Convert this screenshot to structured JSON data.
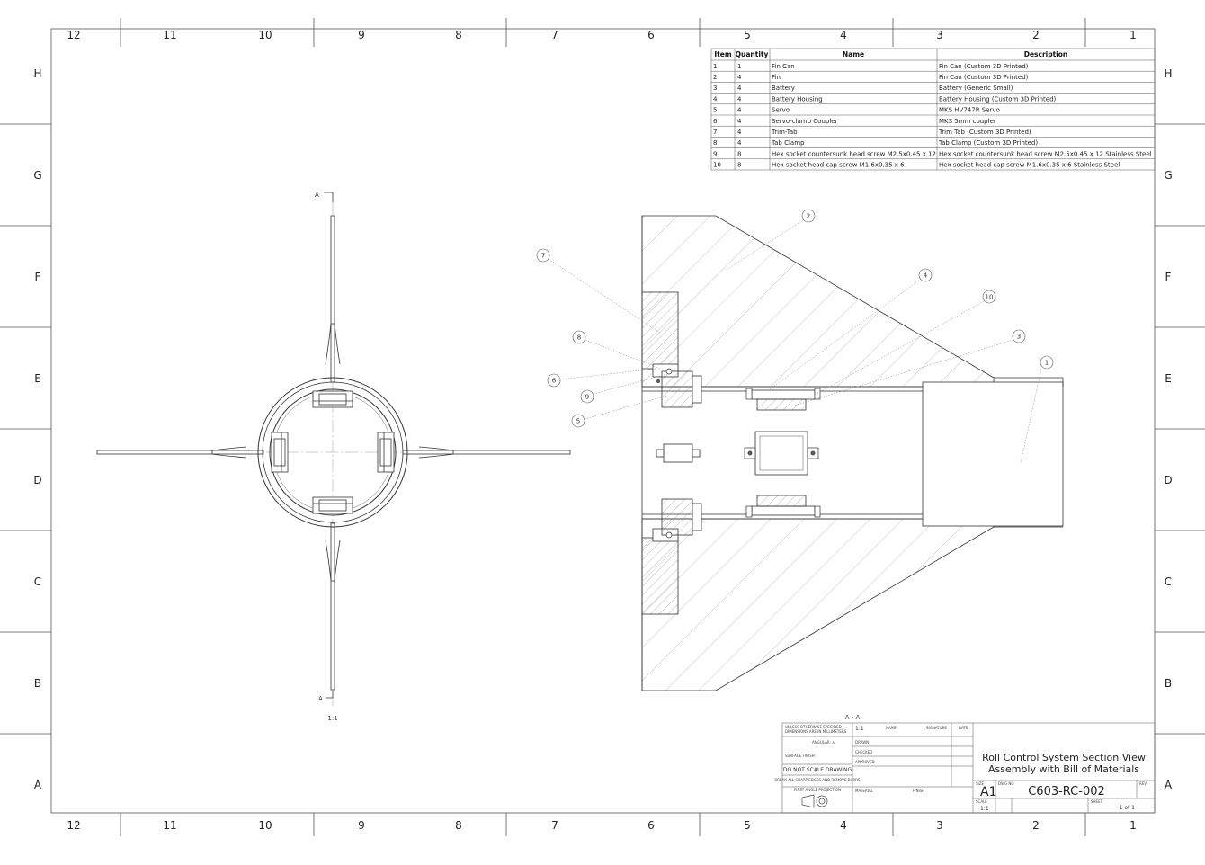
{
  "border": {
    "columns": [
      "12",
      "11",
      "10",
      "9",
      "8",
      "7",
      "6",
      "5",
      "4",
      "3",
      "2",
      "1"
    ],
    "rows": [
      "H",
      "G",
      "F",
      "E",
      "D",
      "C",
      "B",
      "A"
    ]
  },
  "bom": {
    "headers": {
      "item": "Item",
      "quantity": "Quantity",
      "name": "Name",
      "description": "Description"
    },
    "rows": [
      {
        "item": "1",
        "qty": "1",
        "name": "Fin Can",
        "desc": "Fin Can (Custom 3D Printed)"
      },
      {
        "item": "2",
        "qty": "4",
        "name": "Fin",
        "desc": "Fin Can (Custom 3D Printed)"
      },
      {
        "item": "3",
        "qty": "4",
        "name": "Battery",
        "desc": "Battery (Generic Small)"
      },
      {
        "item": "4",
        "qty": "4",
        "name": "Battery Housing",
        "desc": "Battery Housing (Custom 3D Printed)"
      },
      {
        "item": "5",
        "qty": "4",
        "name": "Servo",
        "desc": "MKS HV747R Servo"
      },
      {
        "item": "6",
        "qty": "4",
        "name": "Servo-clamp Coupler",
        "desc": "MKS 5mm coupler"
      },
      {
        "item": "7",
        "qty": "4",
        "name": "Trim-Tab",
        "desc": "Trim Tab (Custom 3D Printed)"
      },
      {
        "item": "8",
        "qty": "4",
        "name": "Tab Clamp",
        "desc": "Tab Clamp (Custom 3D Printed)"
      },
      {
        "item": "9",
        "qty": "8",
        "name": "Hex socket countersunk head screw M2.5x0.45 x 12",
        "desc": "Hex socket countersunk head screw M2.5x0.45 x 12 Stainless Steel"
      },
      {
        "item": "10",
        "qty": "8",
        "name": "Hex socket head cap screw M1.6x0.35 x 6",
        "desc": "Hex socket head cap screw M1.6x0.35 x 6 Stainless Steel"
      }
    ]
  },
  "views": {
    "section_marker": "A",
    "section_label": "A - A",
    "section_scale": "1:1",
    "end_view_scale": "1:1"
  },
  "balloons": [
    "1",
    "2",
    "3",
    "4",
    "5",
    "6",
    "7",
    "8",
    "9",
    "10"
  ],
  "title_block": {
    "unless_noted": "UNLESS OTHERWISE SPECIFIED",
    "dimensions_note": "DIMENSIONS ARE IN MILLIMETERS",
    "angular": "ANGULAR: ±",
    "surface_finish": "SURFACE FINISH:",
    "do_not_scale": "DO NOT SCALE DRAWING",
    "break_edges": "BREAK ALL SHARP EDGES AND REMOVE BURRS",
    "first_angle": "FIRST ANGLE PROJECTION",
    "scale_value": "1:1",
    "name_hdr": "NAME",
    "signature_hdr": "SIGNATURE",
    "date_hdr": "DATE",
    "drawn": "DRAWN",
    "checked": "CHECKED",
    "approved": "APPROVED",
    "material": "MATERIAL",
    "finish": "FINISH",
    "title": [
      "Roll Control System Section View",
      "Assembly with Bill of Materials"
    ],
    "size_label": "SIZE",
    "size": "A1",
    "dwg_label": "DWG NO",
    "drawing_number": "C603-RC-002",
    "rev_label": "REV",
    "scale_label": "SCALE",
    "scale": "1:1",
    "sheet_label": "SHEET",
    "sheet": "1 of 1"
  },
  "colors": {
    "line": "#333333",
    "thin": "#777777",
    "hatch": "#8a8a8a",
    "paper": "#ffffff"
  }
}
